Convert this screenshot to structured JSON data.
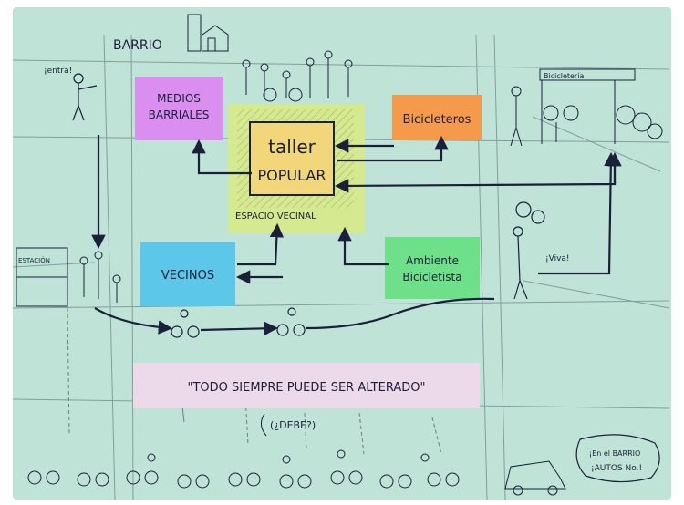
{
  "labels": {
    "barrio": "BARRIO",
    "entra": "¡entrá!",
    "estacion": "ESTACIÓN",
    "bicicleteria": "Bicicletería",
    "viva": "¡Viva!",
    "espacio_vecinal": "ESPACIO VECINAL",
    "debe": "(¿DEBE?)",
    "autos_line1": "¡En el BARRIO",
    "autos_line2": "¡AUTOS No.!"
  },
  "boxes": {
    "medios": {
      "line1": "MEDIOS",
      "line2": "BARRIALES",
      "color": "#d98ef0"
    },
    "taller": {
      "line1": "taller",
      "line2": "POPULAR",
      "color": "#f2d77a"
    },
    "espacio_color": "#d6ea8c",
    "bicicleteros": {
      "label": "Bicicleteros",
      "color": "#f59a4a"
    },
    "vecinos": {
      "label": "VECINOS",
      "color": "#5cc7e8"
    },
    "ambiente": {
      "line1": "Ambiente",
      "line2": "Bicicletista",
      "color": "#6fe08a"
    },
    "motto": {
      "label": "\"TODO SIEMPRE PUEDE SER ALTERADO\"",
      "color": "#ecd9ea"
    }
  },
  "colors": {
    "ink": "#1a1f3a",
    "pencil": "#6b7f86"
  }
}
